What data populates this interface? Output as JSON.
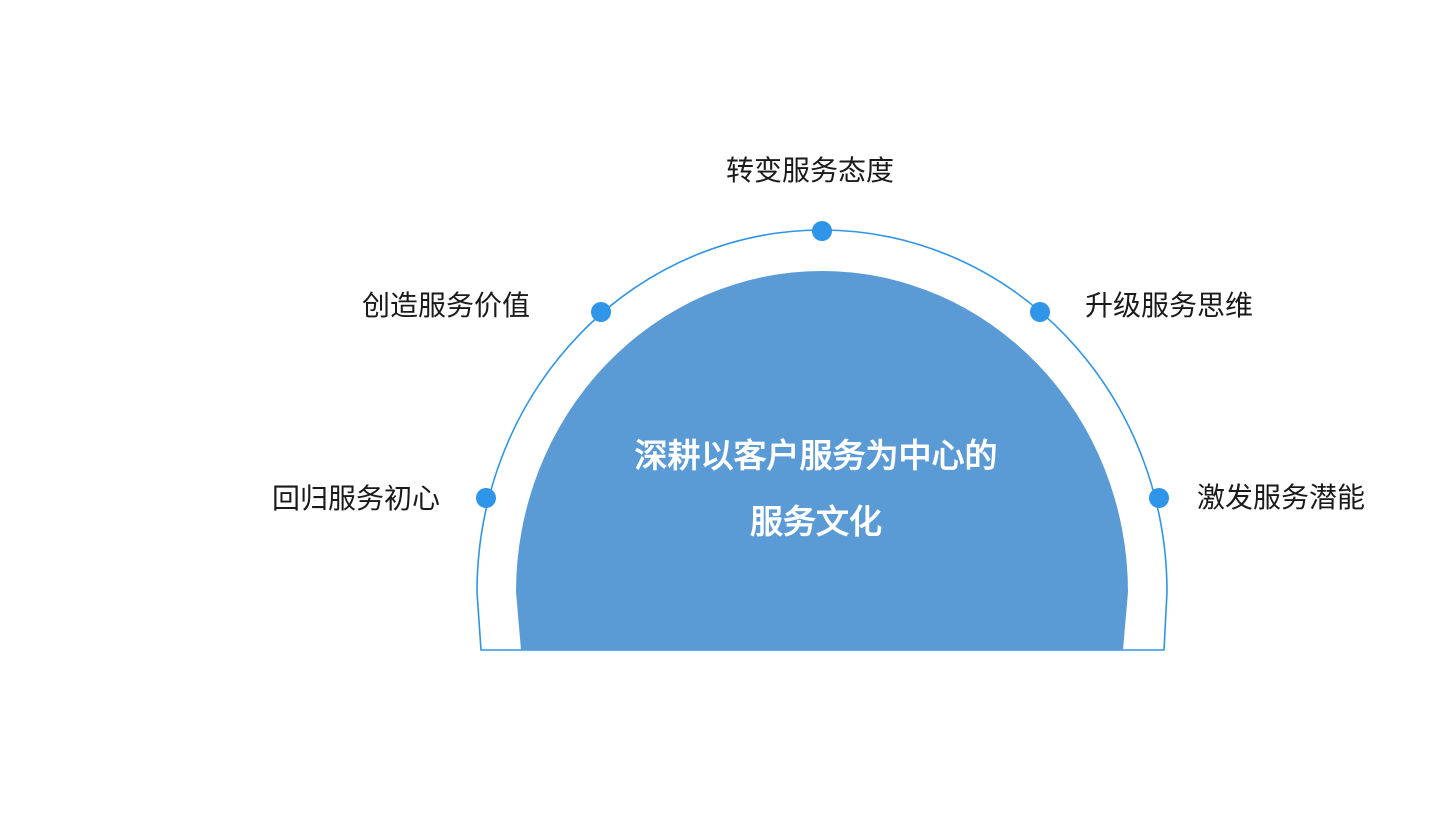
{
  "diagram": {
    "center_lines": [
      "深耕以客户服务为中心的",
      "服务文化"
    ],
    "nodes": [
      {
        "id": "n1",
        "label": "回归服务初心"
      },
      {
        "id": "n2",
        "label": "创造服务价值"
      },
      {
        "id": "n3",
        "label": "转变服务态度"
      },
      {
        "id": "n4",
        "label": "升级服务思维"
      },
      {
        "id": "n5",
        "label": "激发服务潜能"
      }
    ],
    "colors": {
      "fill": "#5b9bd5",
      "arc": "#2e95e8",
      "dot": "#2e95e8",
      "label_text": "#1a1a1a",
      "center_text": "#ffffff"
    }
  }
}
